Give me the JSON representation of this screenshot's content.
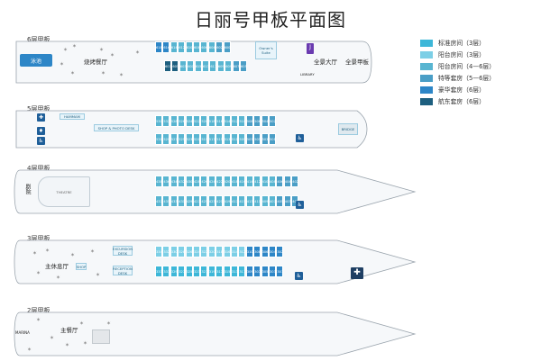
{
  "title": "日丽号甲板平面图",
  "legend": [
    {
      "label": "标准房间（3层）",
      "color": "#3db7d8"
    },
    {
      "label": "阳台房间（3层）",
      "color": "#7ccfe6"
    },
    {
      "label": "阳台房间（4—6层）",
      "color": "#58b5d1"
    },
    {
      "label": "特等套房（5—6层）",
      "color": "#4a9ec6"
    },
    {
      "label": "豪华套房（6层）",
      "color": "#2d86c7"
    },
    {
      "label": "航东套房（6层）",
      "color": "#1d5f7f"
    }
  ],
  "deck6": {
    "label": "6层甲板",
    "pool": "泳池",
    "bbq": "烧烤餐厅",
    "owners_suite": "Owner's Suite",
    "panorama_hall": "全景大厅",
    "panorama_deck": "全景甲板",
    "library": "LIBRARY",
    "top_row": [
      "618",
      "616",
      "614",
      "612",
      "610",
      "608",
      "606",
      "604",
      "602",
      "600"
    ],
    "bottom_row": [
      "607",
      "605",
      "603",
      "601",
      "615",
      "613",
      "611",
      "609",
      "609",
      "607",
      "605"
    ]
  },
  "deck5": {
    "label": "5层甲板",
    "shop": "SHOP & PHOTO DESK",
    "hammam": "HAMMAM",
    "bridge": "BRIDGE",
    "top_row": [
      "530",
      "532",
      "528",
      "526",
      "524",
      "522",
      "520",
      "518",
      "516",
      "514",
      "512",
      "510",
      "508",
      "506",
      "504",
      "502"
    ],
    "bottom_row": [
      "531",
      "529",
      "527",
      "525",
      "523",
      "521",
      "519",
      "517",
      "515",
      "513",
      "511",
      "509",
      "507",
      "505",
      "503",
      "501"
    ]
  },
  "deck4": {
    "label": "4层甲板",
    "theatre": "THEATRE",
    "cinema": "剧院",
    "top_row": [
      "438",
      "436",
      "434",
      "432",
      "430",
      "428",
      "426",
      "424",
      "422",
      "420",
      "418",
      "416",
      "414",
      "412",
      "410",
      "408",
      "406",
      "404",
      "402"
    ],
    "bottom_row": [
      "437",
      "435",
      "433",
      "431",
      "429",
      "427",
      "425",
      "423",
      "421",
      "419",
      "417",
      "415",
      "413",
      "411",
      "409",
      "407",
      "405",
      "403",
      "401"
    ]
  },
  "deck3": {
    "label": "3层甲板",
    "lounge": "主休息厅",
    "shop": "SHOP",
    "excursion": "EXCURSION DESK",
    "reception": "RECEPTION DESK",
    "top_row": [
      "334",
      "332",
      "330",
      "328",
      "326",
      "324",
      "322",
      "320",
      "318",
      "316",
      "314",
      "312",
      "310",
      "308",
      "306",
      "304",
      "302"
    ],
    "bottom_row": [
      "333",
      "331",
      "329",
      "327",
      "325",
      "323",
      "321",
      "319",
      "317",
      "315",
      "313",
      "311",
      "309",
      "307",
      "305",
      "303",
      "301"
    ]
  },
  "deck2": {
    "label": "2层甲板",
    "marina": "MARINA",
    "dining": "主餐厅"
  }
}
